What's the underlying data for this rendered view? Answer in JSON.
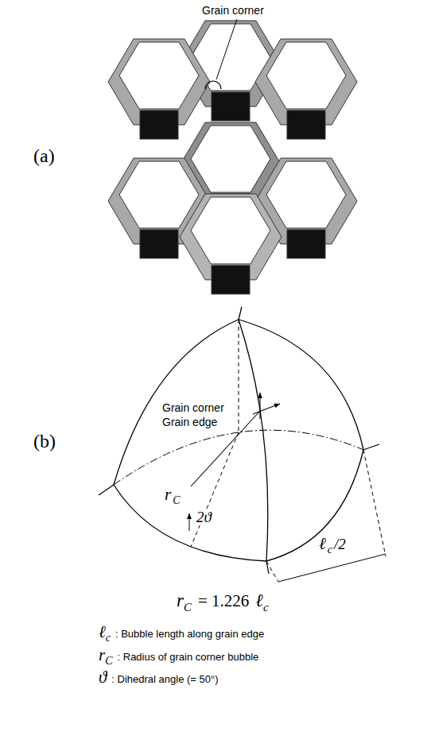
{
  "diagram": {
    "labels": [
      "(a)",
      "Grain corner",
      "(b)",
      "Grain corner",
      "Grain edge",
      "r",
      "C",
      "2ϑ",
      "ℓ",
      "c",
      "/2",
      "r",
      "C",
      "= 1.226",
      "ℓ",
      "c",
      "ℓ",
      "c",
      ": Bubble length along grain edge",
      "r",
      "C",
      ": Radius of grain corner bubble",
      "ϑ",
      ": Dihedral angle (= 50°)"
    ]
  }
}
